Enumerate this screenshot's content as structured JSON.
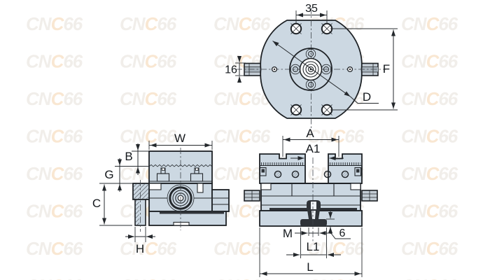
{
  "watermark": {
    "text_part1": "CN",
    "text_part2": "C",
    "text_part3": "66",
    "gray": "#f1eeea",
    "orange": "#f9e7d2"
  },
  "colors": {
    "body_fill": "#ccd8e2",
    "outline": "#1d2125",
    "dark_fill": "#2f3338",
    "dim_line": "#24282c"
  },
  "top_view": {
    "label_hole_spacing": "35",
    "label_shaft": "16",
    "label_f": "F",
    "label_d": "D"
  },
  "side_view": {
    "label_w": "W",
    "label_b": "B",
    "label_g": "G",
    "label_c": "C",
    "label_h": "H"
  },
  "front_view": {
    "label_a": "A",
    "label_a1": "A1",
    "label_m": "M",
    "label_l1": "L1",
    "label_l": "L",
    "label_step": "6"
  }
}
